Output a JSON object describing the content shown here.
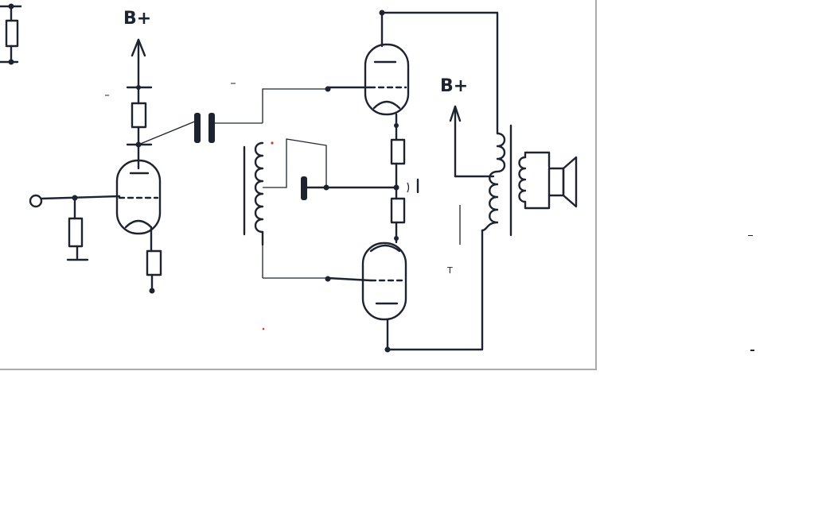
{
  "schematic": {
    "labels": {
      "bplus_driver": "B+",
      "bplus_output": "B+",
      "small_t": "T"
    },
    "colors": {
      "ink": "#1d2430",
      "panel_border": "#a9a9b4",
      "background": "#ffffff"
    },
    "icons": [
      "triode-tube",
      "resistor",
      "capacitor",
      "transformer",
      "speaker",
      "arrow-up",
      "ground"
    ]
  }
}
